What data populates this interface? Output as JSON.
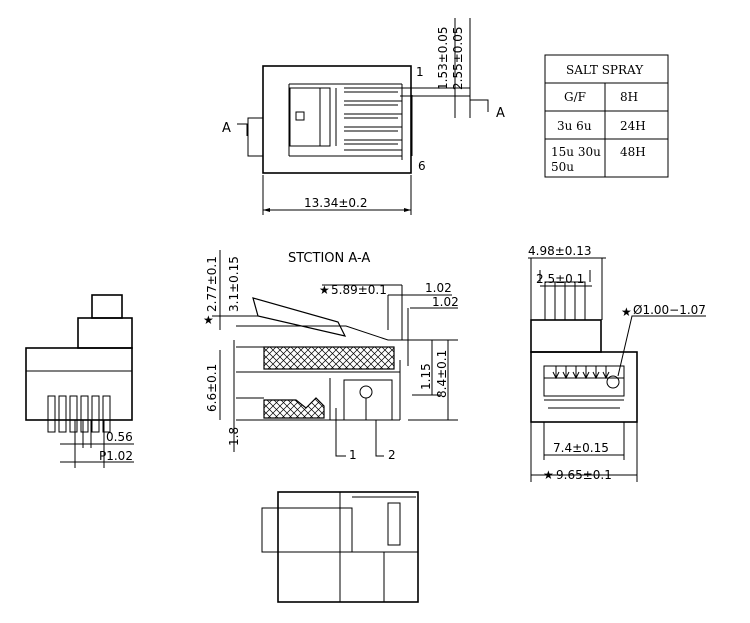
{
  "drawing": {
    "section_title": "STCTION A-A",
    "section_mark": "A",
    "pin1": "1",
    "pin6": "6",
    "callout1": "1",
    "callout2": "2",
    "star": "★"
  },
  "dimensions": {
    "top_width": "13.34±0.2",
    "top_v1": "1.53±0.05",
    "top_v2": "2.55±0.05",
    "sec_589": "5.89±0.1",
    "sec_102a": "1.02",
    "sec_102b": "1.02",
    "sec_277": "2.77±0.1",
    "sec_31": "3.1±0.15",
    "sec_66": "6.6±0.1",
    "sec_18": "1.8",
    "sec_115": "1.15",
    "sec_84": "8.4±0.1",
    "left_056": "0.56",
    "left_p102": "P1.02",
    "right_498": "4.98±0.13",
    "right_25": "2.5±0.1",
    "right_dia": "Ø1.00−1.07",
    "right_74": "7.4±0.15",
    "right_965": "9.65±0.1"
  },
  "salt_spray_table": {
    "header": "SALT SPRAY",
    "rows": [
      {
        "plating": "G/F",
        "hours": "8H"
      },
      {
        "plating": "3u 6u",
        "hours": "24H"
      },
      {
        "plating_line1": "15u 30u",
        "plating_line2": "50u",
        "hours": "48H"
      }
    ]
  }
}
